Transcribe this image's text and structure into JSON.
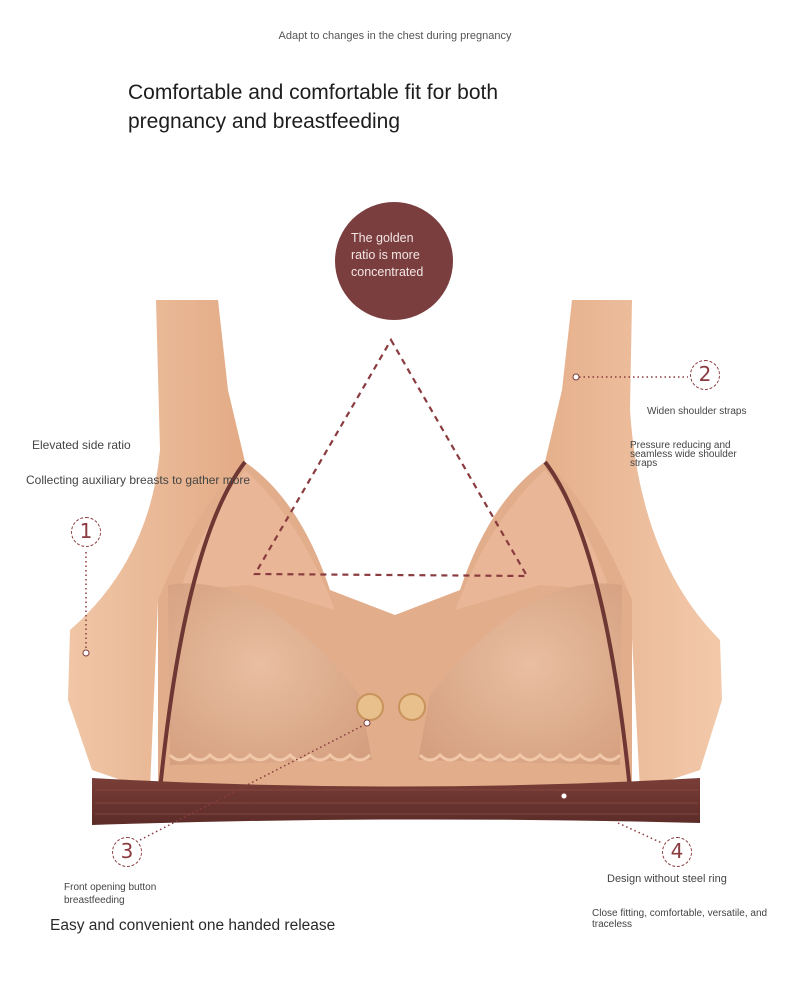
{
  "top_caption": "Adapt to changes in the chest during pregnancy",
  "headline": {
    "line1": "Comfortable and comfortable fit for both",
    "line2": "pregnancy and breastfeeding"
  },
  "circle_text": {
    "line1": "The golden",
    "line2": "ratio is more",
    "line3": "concentrated"
  },
  "callouts": {
    "c1": {
      "number": "1",
      "title": "Elevated side ratio",
      "desc": "Collecting auxiliary breasts to gather more"
    },
    "c2": {
      "number": "2",
      "title": "Widen shoulder straps",
      "desc_line1": "Pressure reducing and",
      "desc_line2": "seamless wide shoulder",
      "desc_line3": "straps"
    },
    "c3": {
      "number": "3",
      "title_line1": "Front opening button",
      "title_line2": "breastfeeding",
      "desc": "Easy and convenient one handed release"
    },
    "c4": {
      "number": "4",
      "title": "Design without steel ring",
      "desc_line1": "Close fitting, comfortable, versatile, and",
      "desc_line2": "traceless"
    }
  },
  "colors": {
    "brand_maroon": "#7b3e3f",
    "fabric_nude": "#e8b593",
    "band_brown": "#6e3733",
    "dashed_line": "#8a3b3f"
  }
}
